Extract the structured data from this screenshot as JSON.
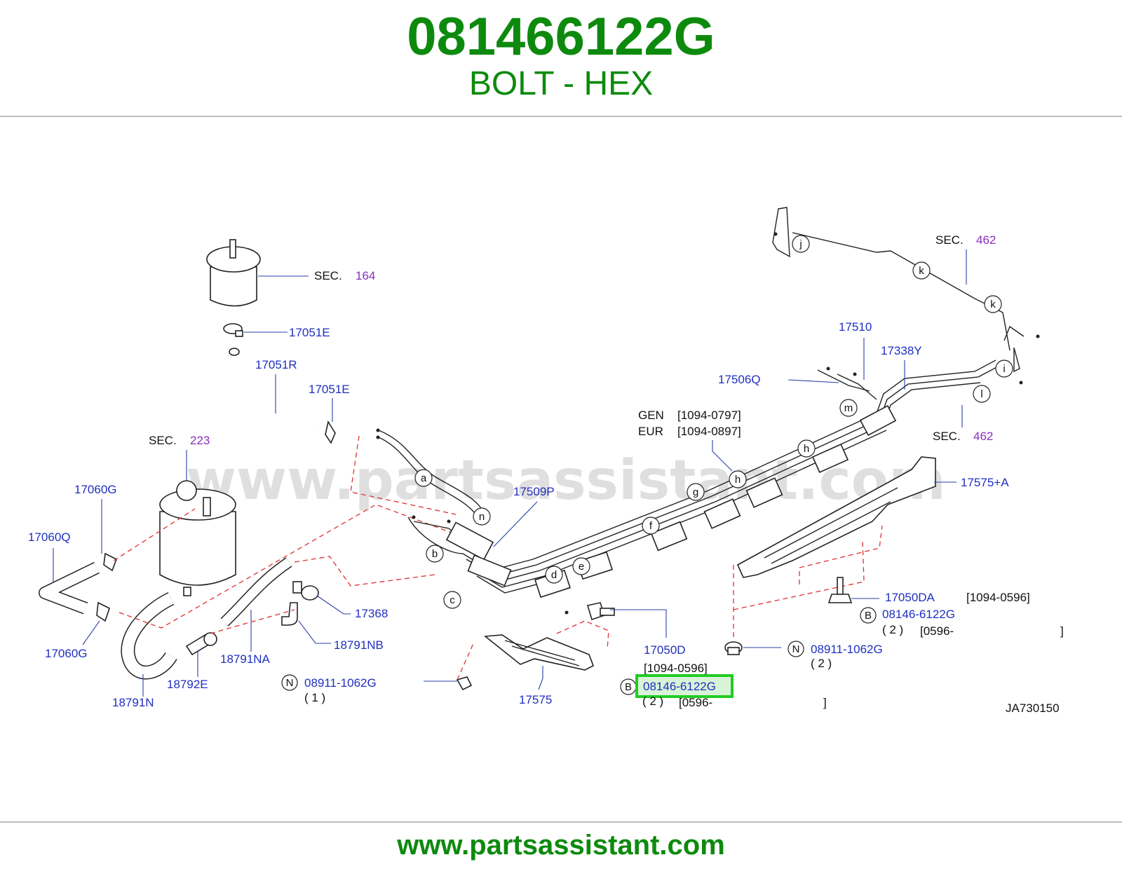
{
  "header": {
    "part_number": "081466122G",
    "description": "BOLT - HEX"
  },
  "footer": {
    "url": "www.partsassistant.com"
  },
  "diagram": {
    "watermark": "www.partsassistant.com",
    "code": "JA730150",
    "callouts": [
      "a",
      "b",
      "c",
      "d",
      "e",
      "f",
      "g",
      "h",
      "h",
      "m",
      "j",
      "k",
      "k",
      "i",
      "l",
      "n"
    ],
    "labels": {
      "sec164_prefix": "SEC.",
      "sec164_num": "164",
      "sec223_prefix": "SEC.",
      "sec223_num": "223",
      "sec462a_prefix": "SEC.",
      "sec462a_num": "462",
      "sec462b_prefix": "SEC.",
      "sec462b_num": "462",
      "p17051E_1": "17051E",
      "p17051R": "17051R",
      "p17051E_2": "17051E",
      "p17060G_1": "17060G",
      "p17060Q": "17060Q",
      "p17060G_2": "17060G",
      "p18791N": "18791N",
      "p18792E": "18792E",
      "p18791NA": "18791NA",
      "p17368": "17368",
      "p18791NB": "18791NB",
      "p17509P": "17509P",
      "p17575": "17575",
      "p17050D": "17050D",
      "p17050D_range": "[1094-0596]",
      "p17510": "17510",
      "p17338Y": "17338Y",
      "p17506Q": "17506Q",
      "gen": "GEN",
      "gen_range": "[1094-0797]",
      "eur": "EUR",
      "eur_range": "[1094-0897]",
      "p17575A": "17575+A",
      "p17050DA": "17050DA",
      "p17050DA_range": "[1094-0596]",
      "b_right_letter": "B",
      "b_right_part": "08146-6122G",
      "b_right_qty": "( 2 )",
      "b_right_range": "[0596-",
      "b_right_close": "]",
      "n_right_letter": "N",
      "n_right_part": "08911-1062G",
      "n_right_qty": "( 2 )",
      "n_left_letter": "N",
      "n_left_part": "08911-1062G",
      "n_left_qty": "( 1 )",
      "b_center_letter": "B",
      "b_center_part": "08146-6122G",
      "b_center_qty": "( 2 )",
      "b_center_range": "[0596-",
      "b_center_close": "]"
    },
    "highlight_color": "#22cc22",
    "label_color": "#1f2fbf",
    "section_color": "#8a2fbf",
    "title_color": "#0d8a0d"
  }
}
